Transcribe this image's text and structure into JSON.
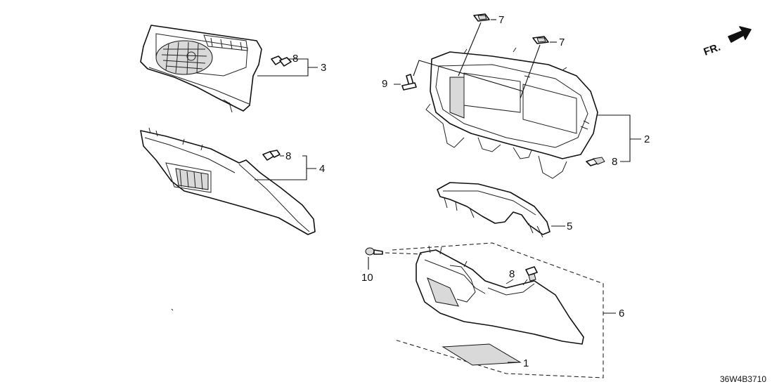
{
  "callouts": {
    "c1": "1",
    "c2": "2",
    "c3": "3",
    "c4": "4",
    "c5": "5",
    "c6": "6",
    "c7a": "7",
    "c7b": "7",
    "c8a": "8",
    "c8b": "8",
    "c8c": "8",
    "c8d": "8",
    "c9": "9",
    "c10": "10"
  },
  "direction_label": "FR.",
  "diagram_code": "36W4B3710",
  "colors": {
    "line": "#111111",
    "background": "#ffffff",
    "shading": "#d9d9d9"
  }
}
